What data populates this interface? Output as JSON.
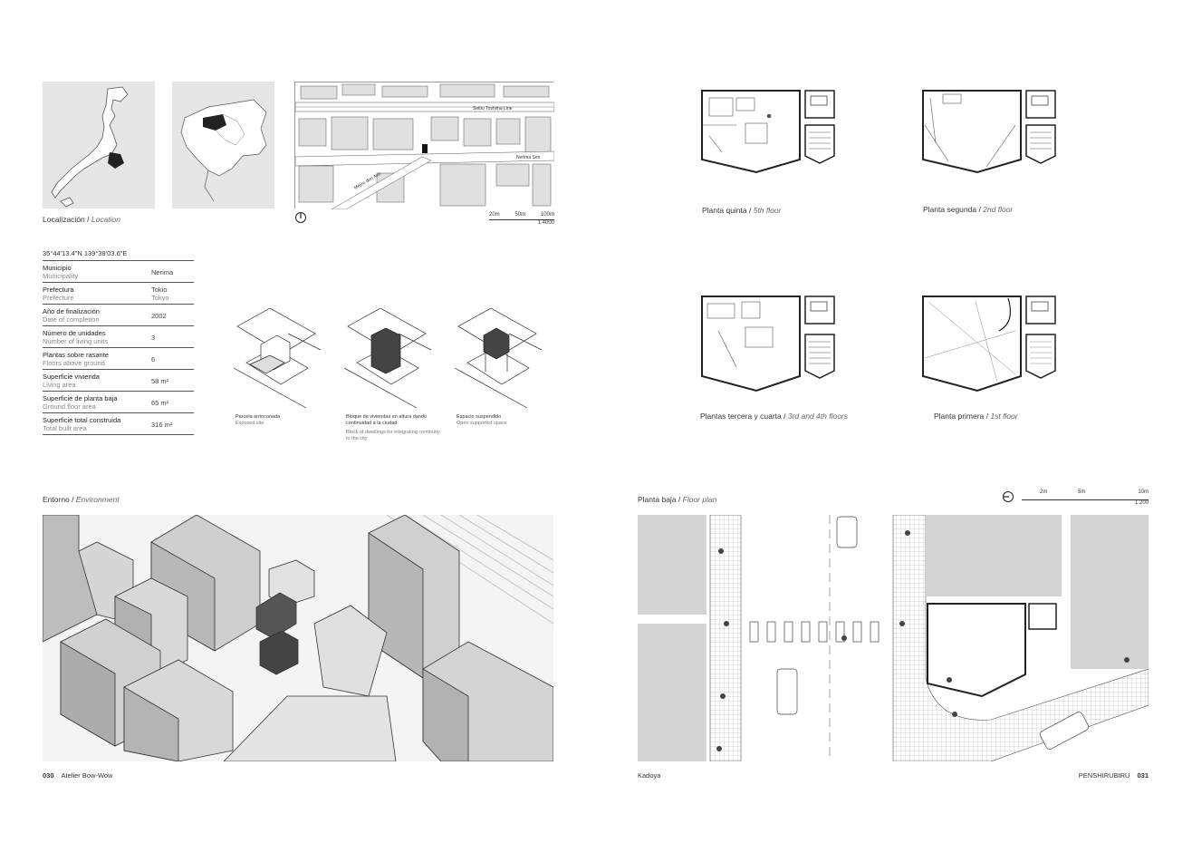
{
  "left_page": {
    "location_caption": {
      "es": "Localización",
      "en": "Location"
    },
    "coordinates": "35°44'13.4\"N 139°39'03.6\"E",
    "map_labels": {
      "line": "Seibu Toshima Line",
      "road1": "Nerima Sen",
      "road2": "Mejiro dori Ave.",
      "scale": [
        "20m",
        "50m",
        "100m"
      ],
      "ratio": "1.4000"
    },
    "data_table": [
      {
        "es": "Municipio",
        "en": "Municipality",
        "value": "Nerima"
      },
      {
        "es": "Prefectura",
        "en": "Prefecture",
        "value": "Tokio",
        "value_en": "Tokyo"
      },
      {
        "es": "Año de finalización",
        "en": "Date of completion",
        "value": "2002"
      },
      {
        "es": "Número de unidades",
        "en": "Number of living units",
        "value": "3"
      },
      {
        "es": "Plantas sobre rasante",
        "en": "Floors above ground",
        "value": "6"
      },
      {
        "es": "Superficie vivienda",
        "en": "Living area",
        "value": "58 m²"
      },
      {
        "es": "Superficie de planta baja",
        "en": "Ground floor area",
        "value": "65 m²"
      },
      {
        "es": "Superficie total construida",
        "en": "Total built area",
        "value": "316 m²"
      }
    ],
    "diagrams": [
      {
        "es": "Parcela arrinconada",
        "en": "Exposed site"
      },
      {
        "es": "Bloque de viviendas en altura dando continuidad a la ciudad",
        "en": "Block of dwellings for integrating continuity to the city"
      },
      {
        "es": "Espacio suspendido",
        "en": "Open supported space"
      }
    ],
    "environment_caption": {
      "es": "Entorno",
      "en": "Environment"
    },
    "footer": {
      "page": "030",
      "author": "Atelier Bow-Wow"
    }
  },
  "right_page": {
    "plans": [
      {
        "es": "Planta quinta",
        "en": "5th floor"
      },
      {
        "es": "Planta segunda",
        "en": "2nd floor"
      },
      {
        "es": "Plantas tercera y cuarta",
        "en": "3rd and 4th floors"
      },
      {
        "es": "Planta primera",
        "en": "1st floor"
      }
    ],
    "floor_plan_caption": {
      "es": "Planta baja",
      "en": "Floor plan"
    },
    "scale": [
      "2m",
      "5m",
      "10m"
    ],
    "ratio": "1.200",
    "footer": {
      "project": "Kadoya",
      "title": "PENSHIRUBIRU",
      "page": "031"
    }
  },
  "colors": {
    "panel": "#e6e6e6",
    "building": "#d4d4d4",
    "dark": "#3a3a3a",
    "street": "#ffffff"
  }
}
